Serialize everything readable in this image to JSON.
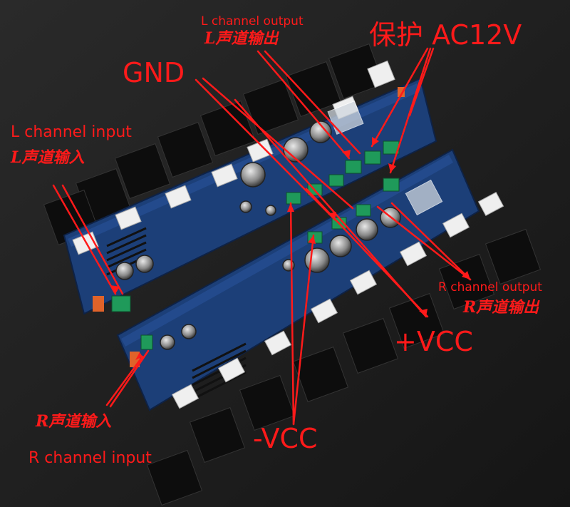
{
  "labels": {
    "l_output_en": "L channel output",
    "l_output_cn": "L声道输出",
    "protect": "保护 AC12V",
    "gnd": "GND",
    "l_input_en": "L channel input",
    "l_input_cn": "L声道输入",
    "r_output_en": "R channel output",
    "r_output_cn": "R声道输出",
    "vcc_pos": "+VCC",
    "r_input_cn": "R声道输入",
    "vcc_neg": "-VCC",
    "r_input_en": "R channel input"
  },
  "colors": {
    "annotation": "#ff1a1a",
    "board": "#1c3f78",
    "background": "#1f1f1f"
  }
}
